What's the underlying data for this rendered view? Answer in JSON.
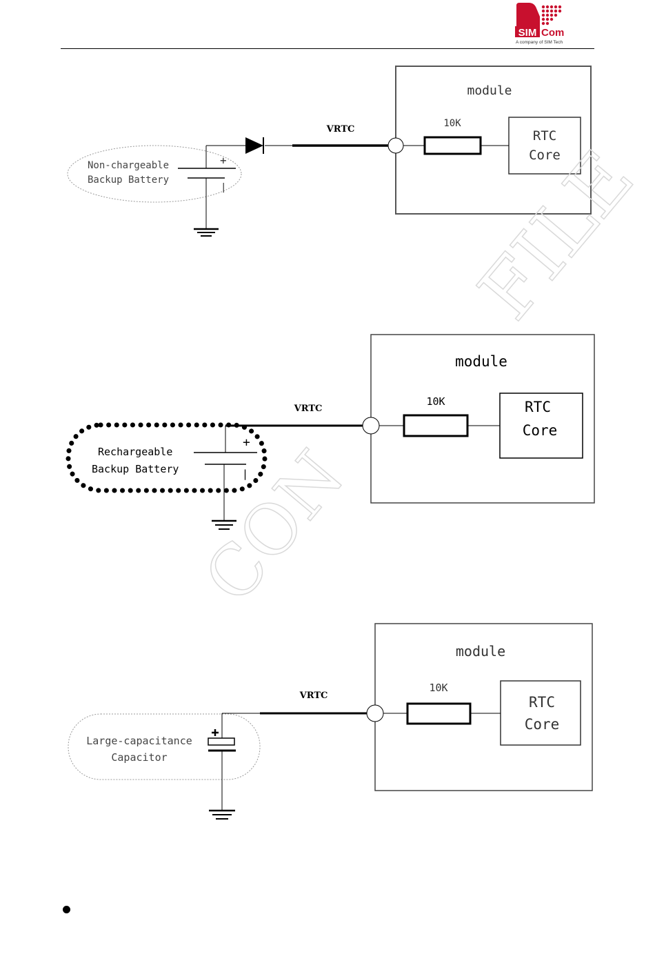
{
  "header": {
    "logo": {
      "brand_left": "SIM",
      "brand_right": "Com",
      "tagline": "A company of SIM Tech",
      "color": "#c8102e"
    }
  },
  "watermark": {
    "text_upper": "FILE",
    "text_lower": "CON"
  },
  "diagrams": [
    {
      "module_label": "module",
      "resistor_label": "10K",
      "core_line1": "RTC",
      "core_line2": "Core",
      "pin_label": "VRTC",
      "source_line1": "Non-chargeable",
      "source_line2": "Backup Battery",
      "plus": "+",
      "minus": "|"
    },
    {
      "module_label": "module",
      "resistor_label": "10K",
      "core_line1": "RTC",
      "core_line2": "Core",
      "pin_label": "VRTC",
      "source_line1": "Rechargeable",
      "source_line2": "Backup Battery",
      "plus": "+",
      "minus": "|"
    },
    {
      "module_label": "module",
      "resistor_label": "10K",
      "core_line1": "RTC",
      "core_line2": "Core",
      "pin_label": "VRTC",
      "source_line1": "Large-capacitance",
      "source_line2": "Capacitor"
    }
  ]
}
